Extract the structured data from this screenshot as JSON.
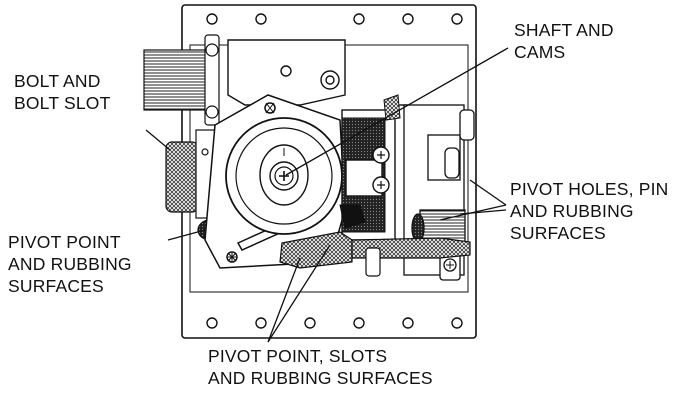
{
  "callouts": {
    "bolt": {
      "line1": "BOLT AND",
      "line2": "BOLT SLOT"
    },
    "shaft": {
      "line1": "SHAFT AND",
      "line2": "CAMS"
    },
    "pivot_left": {
      "line1": "PIVOT POINT",
      "line2": "AND RUBBING",
      "line3": "SURFACES"
    },
    "pivot_holes": {
      "line1": "PIVOT HOLES, PIN",
      "line2": "AND RUBBING",
      "line3": "SURFACES"
    },
    "pivot_bottom": {
      "line1": "PIVOT POINT, SLOTS",
      "line2": "AND RUBBING SURFACES"
    }
  },
  "colors": {
    "line": "#111111",
    "hatch": "#444444",
    "background": "#ffffff"
  }
}
